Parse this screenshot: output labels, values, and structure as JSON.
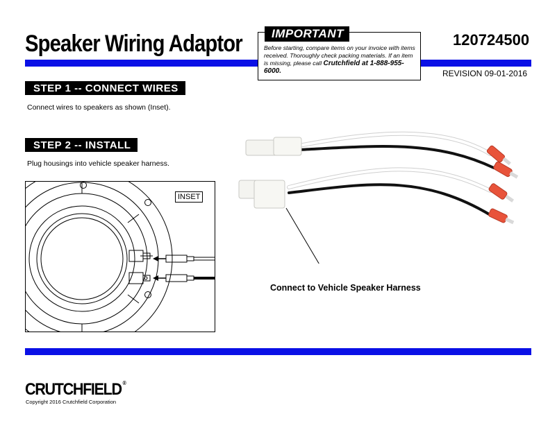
{
  "document": {
    "title": "Speaker Wiring Adaptor",
    "part_number": "120724500",
    "revision": "REVISION 09-01-2016"
  },
  "important": {
    "heading": "IMPORTANT",
    "line1": "Before starting, compare items on your invoice with items received.  Thoroughly check packing materials.  If an item is missing, please call ",
    "phone_strong": "Crutchfield at 1-888-955-6000."
  },
  "steps": [
    {
      "heading": "STEP 1 -- CONNECT WIRES",
      "text": "Connect wires to speakers as shown (Inset)."
    },
    {
      "heading": "STEP 2 -- INSTALL",
      "text": "Plug housings into vehicle speaker harness."
    }
  ],
  "inset": {
    "label": "INSET"
  },
  "photo": {
    "caption": "Connect to Vehicle Speaker Harness"
  },
  "footer": {
    "logo": "CRUTCHFIELD",
    "copyright": "Copyright 2016 Crutchfield Corporation"
  },
  "colors": {
    "accent_bar": "#0a10e6",
    "terminal": "#e8533a",
    "housing": "#f4f4f0"
  },
  "icons": {
    "registered": "registered-mark-icon"
  }
}
